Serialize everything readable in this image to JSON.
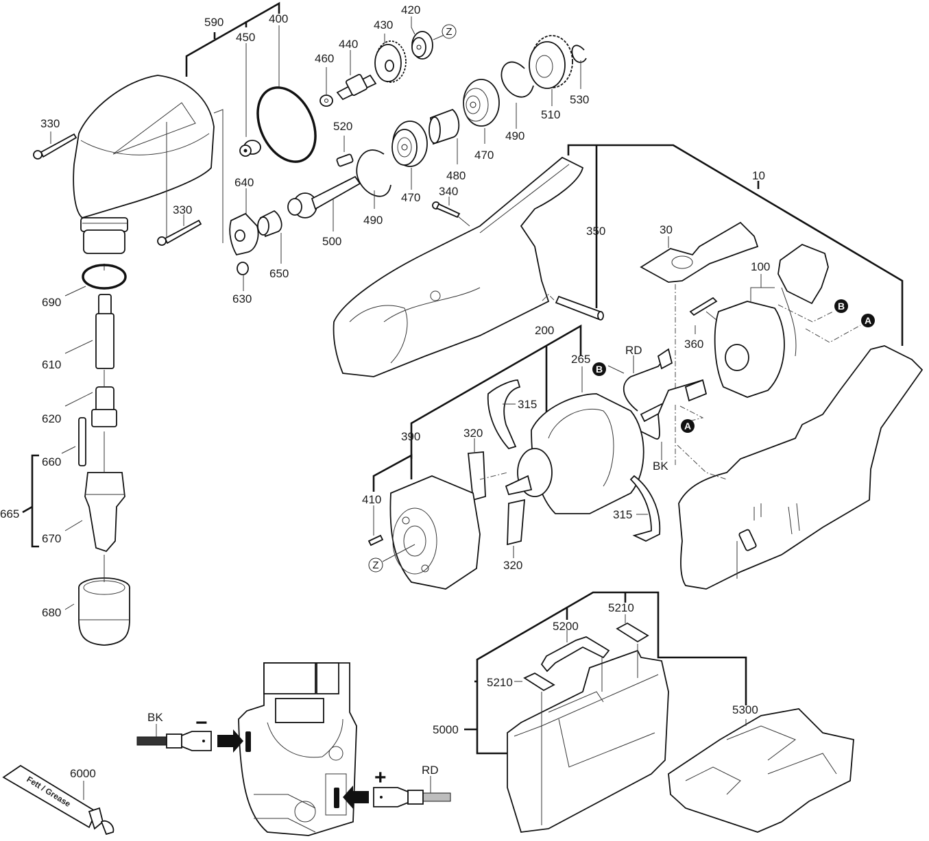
{
  "title": "Exploded parts diagram - cordless power nibbler",
  "labels": {
    "p590": "590",
    "p450": "450",
    "p400": "400",
    "p460": "460",
    "p440": "440",
    "p430": "430",
    "p420": "420",
    "p330a": "330",
    "p330b": "330",
    "p520": "520",
    "p470a": "470",
    "p470b": "470",
    "p480": "480",
    "p490a": "490",
    "p490b": "490",
    "p510": "510",
    "p530": "530",
    "p640": "640",
    "p650": "650",
    "p630": "630",
    "p500": "500",
    "p340": "340",
    "p350": "350",
    "p10": "10",
    "p30": "30",
    "p100": "100",
    "p360": "360",
    "p200": "200",
    "p265": "265",
    "pRD1": "RD",
    "p315a": "315",
    "p315b": "315",
    "p390": "390",
    "p320a": "320",
    "p320b": "320",
    "p410": "410",
    "pBK1": "BK",
    "p690": "690",
    "p610": "610",
    "p620": "620",
    "p660": "660",
    "p665": "665",
    "p670": "670",
    "p680": "680",
    "p6000": "6000",
    "pBK2": "BK",
    "pRD2": "RD",
    "p5000": "5000",
    "p5200": "5200",
    "p5210a": "5210",
    "p5210b": "5210",
    "p5300": "5300"
  },
  "markers": {
    "z1": "Z",
    "z2": "Z",
    "a1": "A",
    "a2": "A",
    "b1": "B",
    "b2": "B"
  },
  "wiring": {
    "minus": "−",
    "plus": "+",
    "black_wire": "BK",
    "red_wire": "RD"
  },
  "grease_tube": {
    "text": "Fett / Grease"
  },
  "colors": {
    "line": "#111111",
    "red_wire": "#bdbdbd",
    "black_wire": "#333333"
  }
}
